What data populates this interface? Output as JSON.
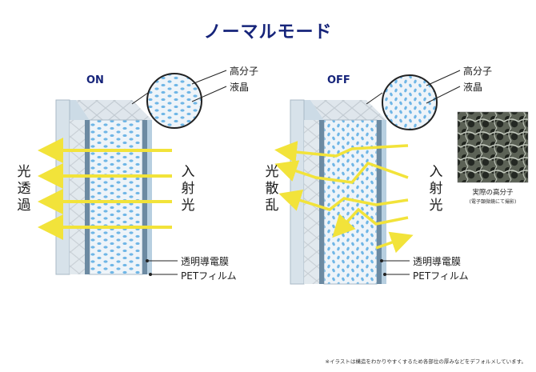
{
  "title": "ノーマルモード",
  "on_panel": {
    "state": "ON",
    "micro_labels": [
      "高分子",
      "液晶"
    ],
    "left_label": [
      "光",
      "透",
      "過"
    ],
    "right_label": [
      "入",
      "射",
      "光"
    ],
    "layer_labels": [
      "透明導電膜",
      "PETフィルム"
    ]
  },
  "off_panel": {
    "state": "OFF",
    "micro_labels": [
      "高分子",
      "液晶"
    ],
    "left_label": [
      "光",
      "散",
      "乱"
    ],
    "right_label": [
      "入",
      "射",
      "光"
    ],
    "layer_labels": [
      "透明導電膜",
      "PETフィルム"
    ]
  },
  "photo": {
    "caption": "実際の高分子",
    "subcaption": "(電子顕微鏡にて撮影)"
  },
  "footnote": "※イラストは構造をわかりやすくするため各部位の厚みなどをデフォルメしています。",
  "colors": {
    "title": "#16247a",
    "light_ray": "#f2e33a",
    "liquid_crystal": "#6fb6e6",
    "glass_edge": "#9fb7c9"
  }
}
